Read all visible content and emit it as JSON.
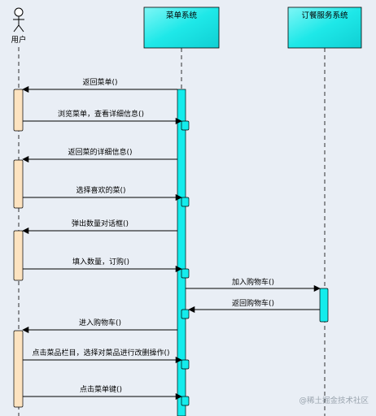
{
  "actor": {
    "label": "用户"
  },
  "lifelines": {
    "menu_system": "菜单系统",
    "order_service": "订餐服务系统"
  },
  "messages": [
    {
      "label": "返回菜单()"
    },
    {
      "label": "浏览菜单，查看详细信息()"
    },
    {
      "label": "返回菜的详细信息()"
    },
    {
      "label": "选择喜欢的菜()"
    },
    {
      "label": "弹出数量对话框()"
    },
    {
      "label": "填入数量，订购()"
    },
    {
      "label": "加入购物车()"
    },
    {
      "label": "返回购物车()"
    },
    {
      "label": "进入购物车()"
    },
    {
      "label": "点击菜品栏目，选择对菜品进行改删操作()"
    },
    {
      "label": "点击菜单键()"
    }
  ],
  "watermark": "@稀土掘金技术社区",
  "colors": {
    "background": "#e9eef5",
    "lifeline_box": "#16e5e5",
    "activation_cyan": "#14ecec",
    "activation_user": "#fde3c0",
    "line": "#000000"
  }
}
